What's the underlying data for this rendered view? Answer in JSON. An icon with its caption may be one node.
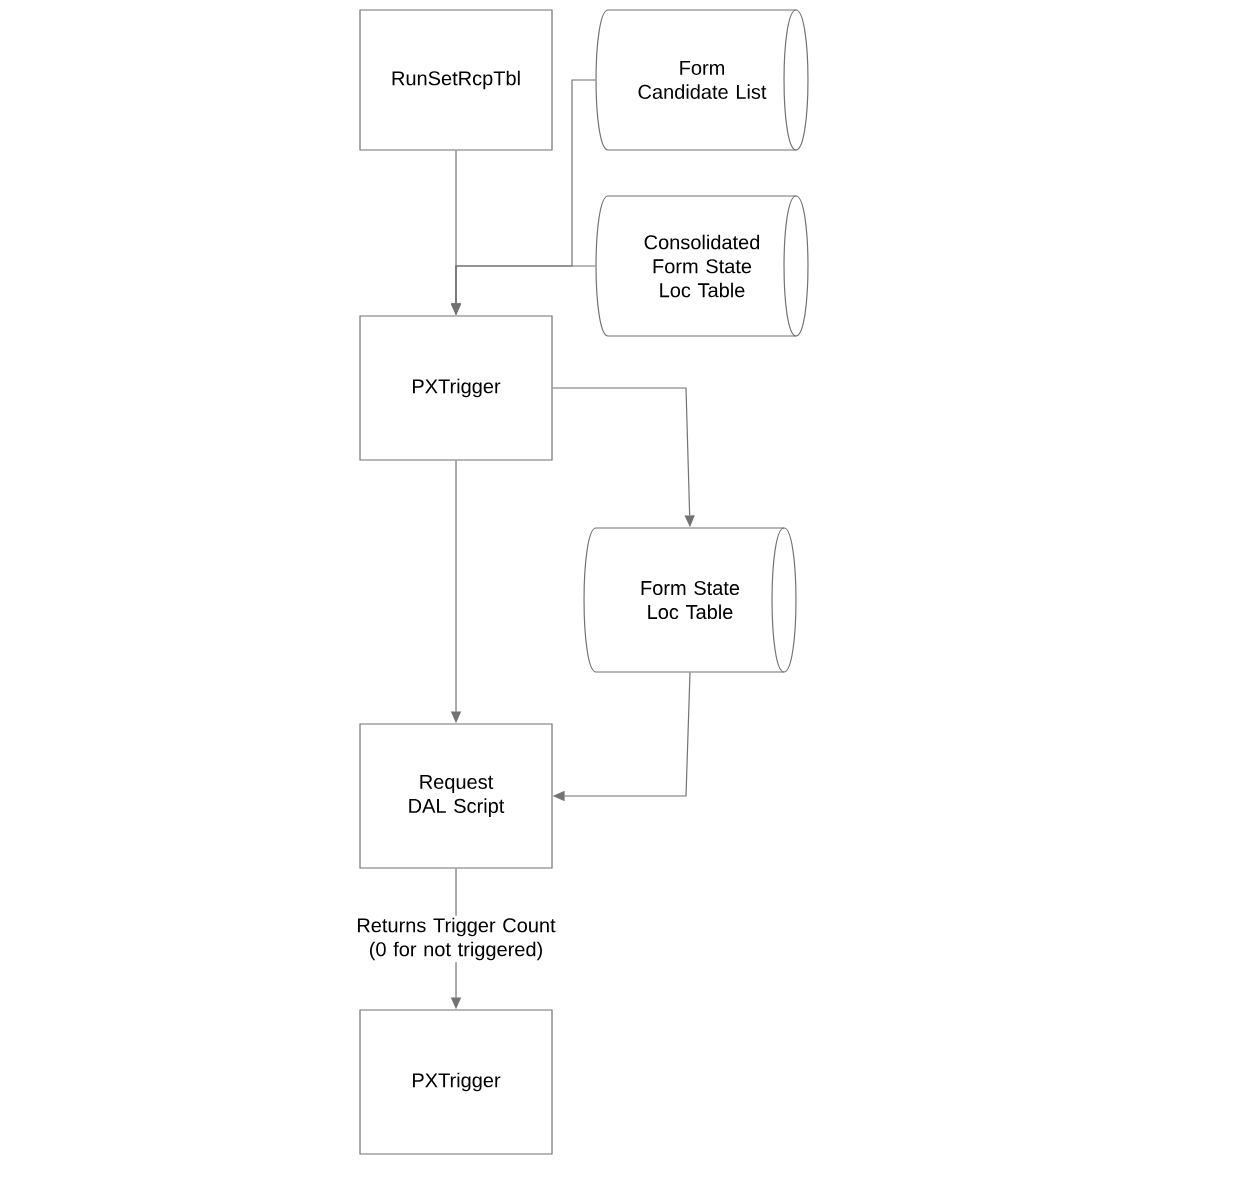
{
  "diagram": {
    "nodes": [
      {
        "text": [
          "RunSetRcpTbl"
        ]
      },
      {
        "text": [
          "Form Candidate List"
        ]
      },
      {
        "text": [
          "Consolidated Form State Loc Table"
        ]
      },
      {
        "text": [
          "PXTrigger"
        ]
      },
      {
        "text": [
          "Form State Loc Table"
        ]
      },
      {
        "text": [
          "Request DAL Script"
        ]
      },
      {
        "text": [
          "PXTrigger"
        ]
      }
    ],
    "edges": [
      {
        "from": 0,
        "to": 3,
        "arrow": "to"
      },
      {
        "from": 1,
        "to": 3,
        "arrow": "to"
      },
      {
        "from": 2,
        "to": 3,
        "arrow": "to"
      },
      {
        "from": 3,
        "to": 4,
        "arrow": "to"
      },
      {
        "from": 3,
        "to": 5,
        "arrow": "to"
      },
      {
        "from": 4,
        "to": 5,
        "arrow": "to"
      },
      {
        "from": 5,
        "to": 6,
        "arrow": "to",
        "label": "Returns Trigger Count (0 for not triggered)"
      }
    ]
  }
}
